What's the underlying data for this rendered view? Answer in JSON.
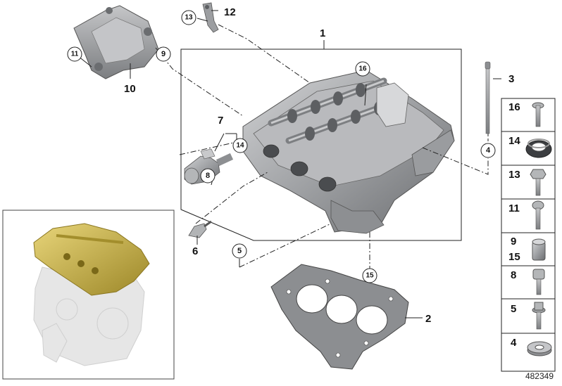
{
  "diagram": {
    "reference": "482349",
    "callouts": {
      "c1": "1",
      "c2": "2",
      "c3": "3",
      "c4": "4",
      "c5": "5",
      "c6": "6",
      "c7": "7",
      "c8": "8",
      "c9": "9",
      "c10": "10",
      "c11": "11",
      "c12": "12",
      "c13": "13",
      "c14": "14",
      "c15": "15",
      "c16": "16"
    },
    "legend": [
      {
        "label": "16",
        "part": "torx-bolt"
      },
      {
        "label": "14",
        "part": "shaft-seal"
      },
      {
        "label": "13",
        "part": "hex-bolt"
      },
      {
        "label": "11",
        "part": "torx-bolt-long"
      },
      {
        "label": "9",
        "label2": "15",
        "part": "dowel-sleeve"
      },
      {
        "label": "8",
        "part": "socket-cap-screw"
      },
      {
        "label": "5",
        "part": "flange-bolt"
      },
      {
        "label": "4",
        "part": "washer"
      }
    ],
    "colors": {
      "part": "#a7a9ab",
      "part_dark": "#6e7073",
      "highlight": "#c9b247",
      "ghost": "#e3e3e3",
      "line": "#222222"
    }
  }
}
